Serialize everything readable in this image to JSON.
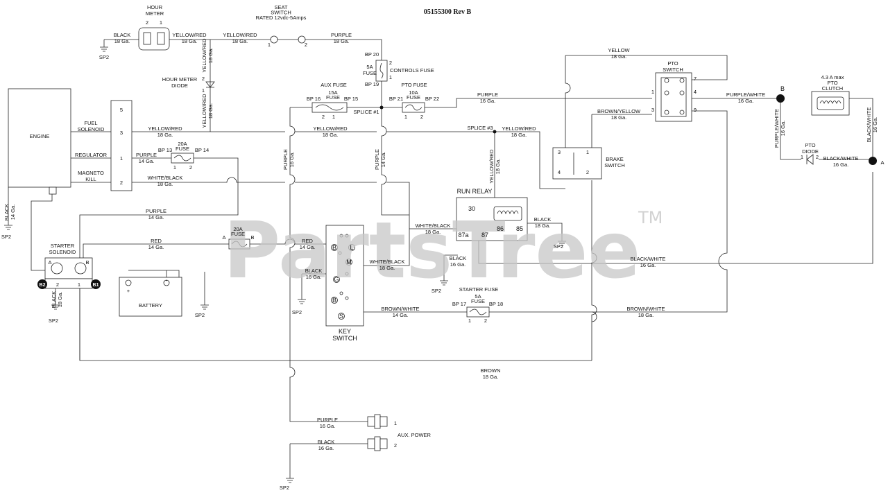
{
  "title": "05155300 Rev B",
  "watermark": "PartsTree",
  "watermark_tm": "TM",
  "components": {
    "hour_meter": {
      "name": "HOUR\nMETER",
      "pin2": "2",
      "pin1": "1"
    },
    "seat_switch": {
      "name": "SEAT\nSWITCH\nRATED 12vdc-5Amps",
      "pin1": "1",
      "pin2": "2"
    },
    "hour_meter_diode": {
      "name": "HOUR METER\nDIODE",
      "pin2": "2",
      "pin1": "1"
    },
    "controls_fuse": {
      "name": "CONTROLS FUSE",
      "rating": "5A\nFUSE",
      "bp_top": "BP 20",
      "bp_bottom": "BP 19",
      "pin2": "2",
      "pin1": "1"
    },
    "aux_fuse": {
      "name": "AUX FUSE",
      "rating": "15A\nFUSE",
      "bp_left": "BP 16",
      "bp_right": "BP 15",
      "pin2": "2",
      "pin1": "1"
    },
    "pto_fuse": {
      "name": "PTO FUSE",
      "rating": "10A\nFUSE",
      "bp_left": "BP 21",
      "bp_right": "BP 22",
      "pin1": "1",
      "pin2": "2"
    },
    "splice1": "SPLICE #1",
    "splice3": "SPLICE #3",
    "engine": {
      "name": "ENGINE",
      "pins": [
        "5",
        "3",
        "1",
        "2"
      ],
      "fuel_solenoid": "FUEL\nSOLENOID",
      "regulator": "REGULATOR",
      "magneto_kill": "MAGNETO\nKILL"
    },
    "fuse_20a": {
      "rating": "20A\nFUSE",
      "bp_left": "BP 13",
      "bp_right": "BP 14",
      "pin1": "1",
      "pin2": "2"
    },
    "fuse_20a_b": {
      "rating": "20A\nFUSE",
      "a": "A",
      "b": "B"
    },
    "starter_solenoid": {
      "name": "STARTER\nSOLENOID",
      "a": "A",
      "b": "B",
      "b2": "B2",
      "b1": "B1",
      "pin2": "2",
      "pin1": "1"
    },
    "battery": {
      "name": "BATTERY",
      "minus": "-",
      "plus": "+"
    },
    "key_switch": {
      "name": "KEY\nSWITCH",
      "terms": [
        "B",
        "L",
        "M",
        "G",
        "B",
        "S"
      ]
    },
    "run_relay": {
      "name": "RUN RELAY",
      "p30": "30",
      "p87a": "87a",
      "p87": "87",
      "p86": "86",
      "p85": "85"
    },
    "starter_fuse": {
      "name": "STARTER FUSE",
      "rating": "5A\nFUSE",
      "bp_left": "BP 17",
      "bp_right": "BP 18",
      "pin1": "1",
      "pin2": "2"
    },
    "pto_switch": {
      "name": "PTO\nSWITCH",
      "pins": [
        "7",
        "1",
        "4",
        "3",
        "9"
      ]
    },
    "brake_switch": {
      "name": "BRAKE\nSWITCH",
      "pins": [
        "3",
        "1",
        "4",
        "2"
      ]
    },
    "pto_clutch": {
      "name": "4.3 A max\nPTO\nCLUTCH"
    },
    "pto_diode": {
      "name": "PTO\nDIODE",
      "pin1": "1",
      "pin2": "2"
    },
    "node_b": "B",
    "node_a": "A",
    "aux_power": {
      "name": "AUX. POWER",
      "pin1": "1",
      "pin2": "2"
    },
    "ground": "SP2"
  },
  "wires": {
    "black_18_hm": "BLACK\n18 Ga.",
    "yr_hm": "YELLOW/RED\n18 Ga.",
    "yr_seat": "YELLOW/RED\n18 Ga.",
    "purple_seat": "PURPLE\n18 Ga.",
    "yr_vert_top": "YELLOW/RED\n18 Ga.",
    "yr_vert_mid": "YELLOW/RED\n18 Ga.",
    "yr_fuel_1": "YELLOW/RED\n18 Ga.",
    "yr_fuel_2": "YELLOW/RED\n18 Ga.",
    "yr_splice3": "YELLOW/RED\n18 Ga.",
    "yr_relay_vert": "YELLOW/RED\n18 Ga.",
    "purple_reg": "PURPLE\n14 Ga.",
    "wb_mag": "WHITE/BLACK\n18 Ga.",
    "purple_16_vert": "PURPLE\n16 Ga.",
    "purple_14_vert": "PURPLE\n14 Ga.",
    "purple_pto": "PURPLE\n16 Ga.",
    "yellow_top": "YELLOW\n18 Ga.",
    "brown_yellow": "BROWN/YELLOW\n18 Ga.",
    "purple_white_h": "PURPLE/WHITE\n16 Ga.",
    "purple_white_v": "PURPLE/WHITE\n16 Ga.",
    "black_white_v": "BLACK/WHITE\n16 Ga.",
    "black_white_diode": "BLACK/WHITE\n16 Ga.",
    "black_14_engine": "BLACK\n14 Ga.",
    "purple_14_sol": "PURPLE\n14 Ga.",
    "red_14_a": "RED\n14 Ga.",
    "red_14_b": "RED\n14 Ga.",
    "black_18_sol": "BLACK\n18 Ga.",
    "white_black_relay": "WHITE/BLACK\n18 Ga.",
    "white_black_key": "WHITE/BLACK\n18 Ga.",
    "black_relay": "BLACK\n18 Ga.",
    "black_16_key": "BLACK\n16 Ga.",
    "black_16_relay": "BLACK\n16 Ga.",
    "black_white_relay": "BLACK/WHITE\n16 Ga.",
    "brown_white_key": "BROWN/WHITE\n14 Ga.",
    "brown_white_right": "BROWN/WHITE\n18 Ga.",
    "brown_bottom": "BROWN\n18 Ga.",
    "purple_aux": "PURPLE\n16 Ga.",
    "black_aux": "BLACK\n16 Ga."
  }
}
